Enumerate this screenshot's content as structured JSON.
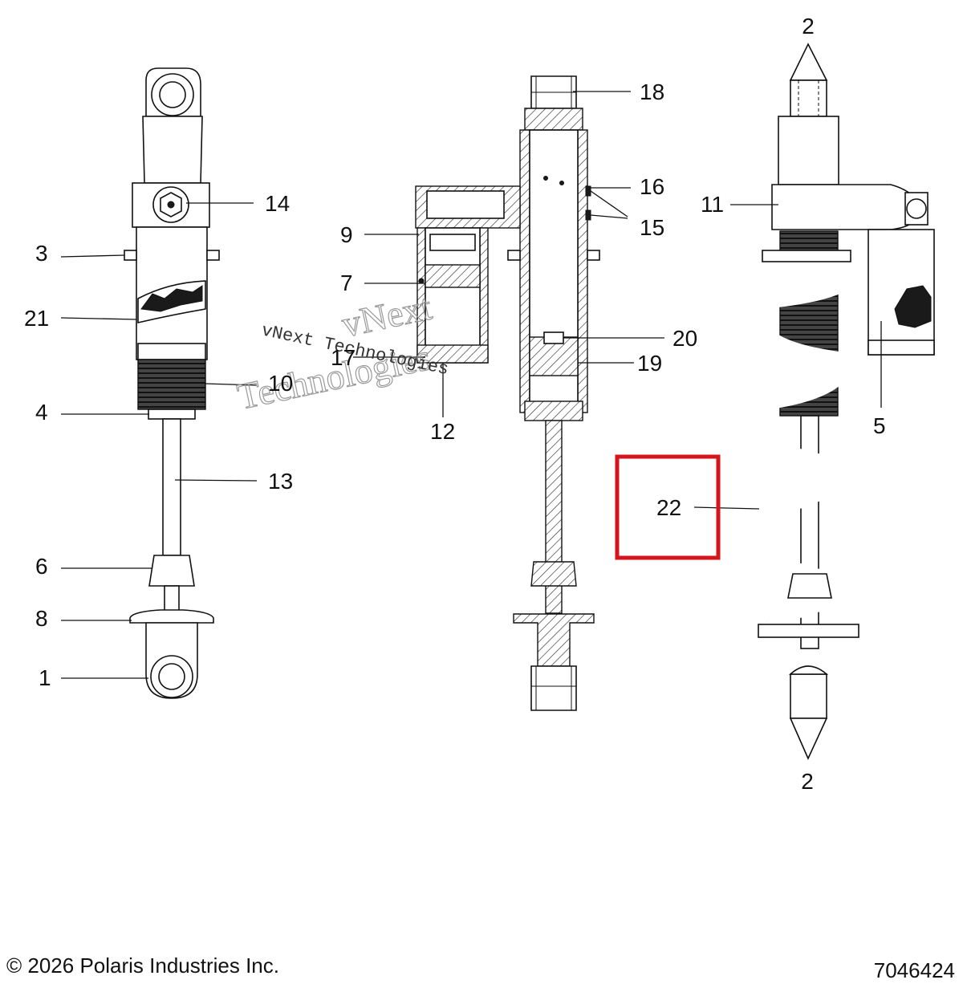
{
  "callouts": {
    "c1": "1",
    "c2a": "2",
    "c2b": "2",
    "c3": "3",
    "c4": "4",
    "c5": "5",
    "c6": "6",
    "c7": "7",
    "c8": "8",
    "c9": "9",
    "c10": "10",
    "c11": "11",
    "c12": "12",
    "c13": "13",
    "c14": "14",
    "c15": "15",
    "c16": "16",
    "c17": "17",
    "c18": "18",
    "c19": "19",
    "c20": "20",
    "c21": "21",
    "c22": "22"
  },
  "highlight": {
    "target_callout": "22",
    "color": "#d7141c"
  },
  "watermark": {
    "line1": "vNext",
    "line2": "Technologies",
    "stamp": "vNext Technologies"
  },
  "footer": {
    "copyright": "© 2026 Polaris Industries Inc.",
    "diagram_number": "7046424"
  }
}
